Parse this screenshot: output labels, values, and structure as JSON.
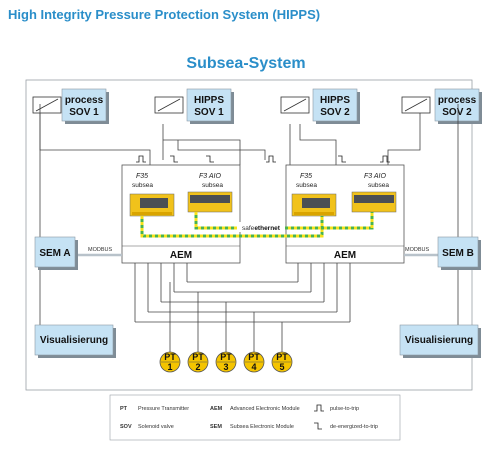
{
  "header": {
    "title": "High Integrity Pressure Protection System (HIPPS)",
    "subtitle": "Subsea-System"
  },
  "valves": [
    {
      "line1": "process",
      "line2": "SOV 1"
    },
    {
      "line1": "HIPPS",
      "line2": "SOV 1"
    },
    {
      "line1": "HIPPS",
      "line2": "SOV 2"
    },
    {
      "line1": "process",
      "line2": "SOV 2"
    }
  ],
  "modules": {
    "left": {
      "f35": "F35",
      "f35_sub": "subsea",
      "f3": "F3 AIO",
      "f3_sub": "subsea",
      "aem": "AEM"
    },
    "right": {
      "f35": "F35",
      "f35_sub": "subsea",
      "f3": "F3 AIO",
      "f3_sub": "subsea",
      "aem": "AEM"
    }
  },
  "network": {
    "prefix": "safe",
    "suffix": "ethernet"
  },
  "sem": {
    "left": "SEM A",
    "right": "SEM B"
  },
  "modbus": {
    "left": "MODBUS",
    "right": "MODBUS"
  },
  "visualisation": {
    "left": "Visualisierung",
    "right": "Visualisierung"
  },
  "transmitters": [
    {
      "tag": "PT",
      "num": "1"
    },
    {
      "tag": "PT",
      "num": "2"
    },
    {
      "tag": "PT",
      "num": "3"
    },
    {
      "tag": "PT",
      "num": "4"
    },
    {
      "tag": "PT",
      "num": "5"
    }
  ],
  "legend": {
    "pt": "PT",
    "pt_desc": "Pressure Transmitter",
    "sov": "SOV",
    "sov_desc": "Solenoid valve",
    "aem": "AEM",
    "aem_desc": "Advanced Electronic Module",
    "sem": "SEM",
    "sem_desc": "Subsea Electronic Module",
    "pulse_desc": "pulse-to-trip",
    "deenergized_desc": "de-energized-to-trip"
  },
  "colors": {
    "title_blue": "#2a8ec9",
    "box_fill": "#c5e2f4",
    "box_shadow": "#7f8c96",
    "pt_yellow": "#f4c400",
    "ethernet_green": "#4bb34b",
    "ethernet_yellow": "#f6e21a",
    "module_yellow": "#f1c21b"
  },
  "icons": [
    "valve-solenoid-icon",
    "pulse-to-trip-icon",
    "de-energized-to-trip-icon",
    "controller-module-icon"
  ]
}
